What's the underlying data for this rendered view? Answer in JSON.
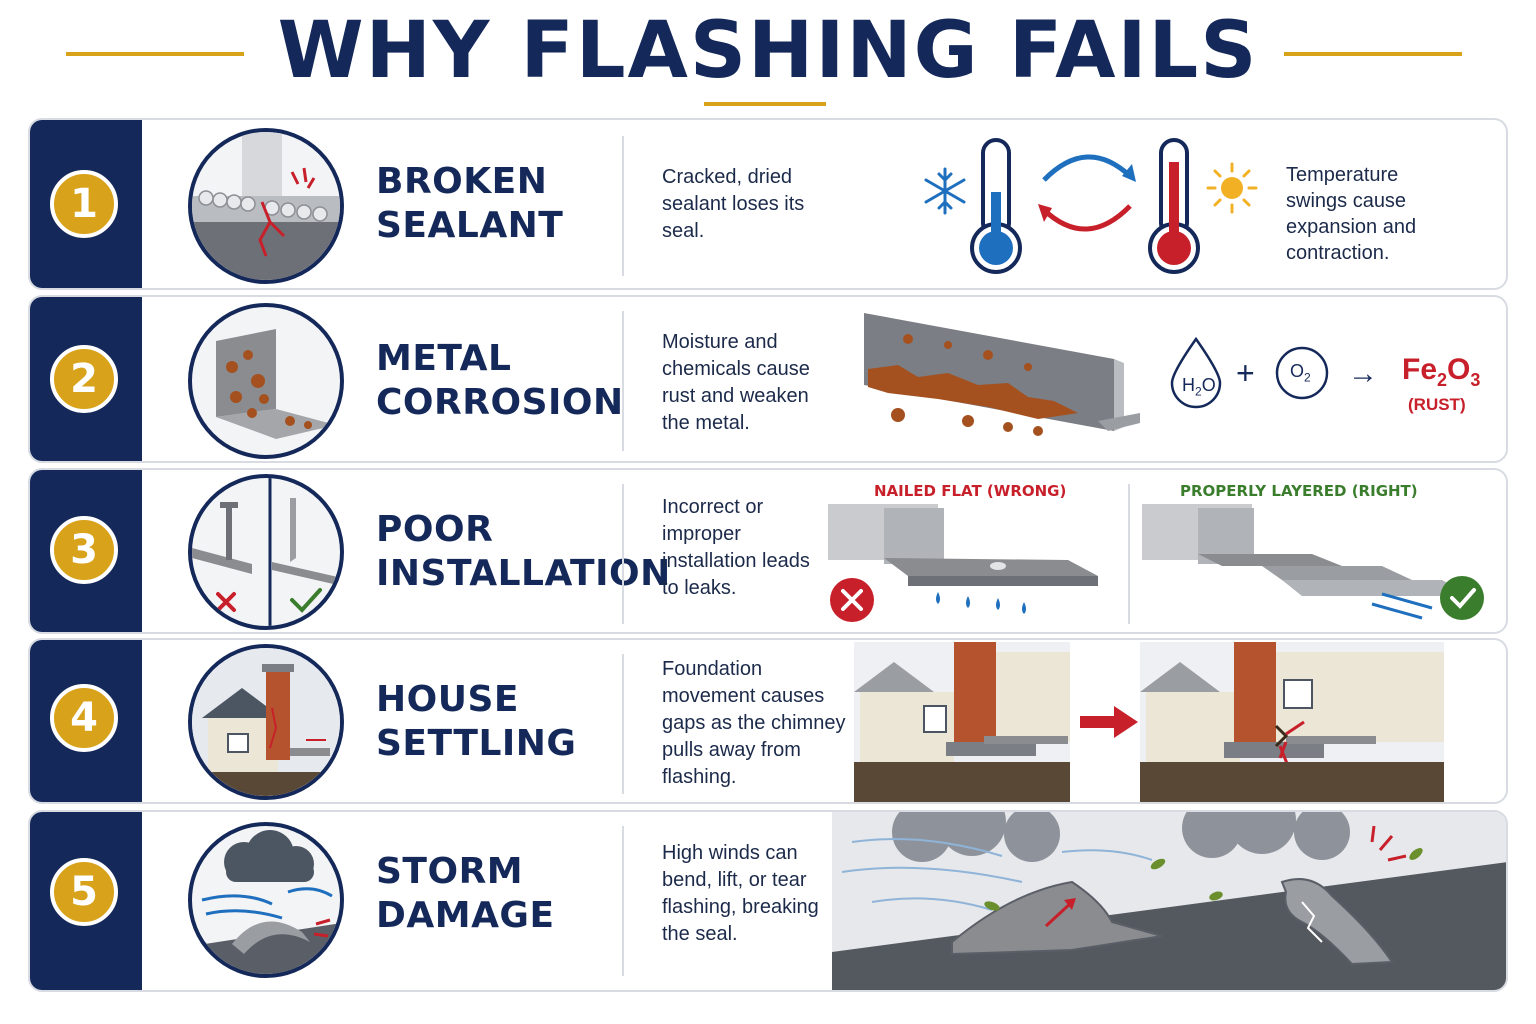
{
  "header": {
    "title": "WHY FLASHING FAILS"
  },
  "colors": {
    "navy": "#14295a",
    "gold": "#d9a21b",
    "red": "#c8202a",
    "green": "#3a7d2c",
    "blue": "#1f6fbf"
  },
  "rows": [
    {
      "number": "1",
      "heading_line1": "BROKEN",
      "heading_line2": "SEALANT",
      "description": "Cracked, dried sealant loses its seal.",
      "note": "Temperature swings cause expansion and contraction.",
      "icons": [
        "cracked-sealant-icon",
        "snowflake-icon",
        "cold-thermometer-icon",
        "cycle-arrows-icon",
        "hot-thermometer-icon",
        "sun-icon"
      ]
    },
    {
      "number": "2",
      "heading_line1": "METAL",
      "heading_line2": "CORROSION",
      "description": "Moisture and chemicals cause rust and weaken the metal.",
      "formula": {
        "water": "H",
        "water_sub": "2",
        "water_tail": "O",
        "plus": "+",
        "oxygen": "O",
        "oxygen_sub": "2",
        "arrow": "→",
        "product_a": "Fe",
        "product_a_sub": "2",
        "product_b": "O",
        "product_b_sub": "3",
        "product_label": "(RUST)"
      },
      "icons": [
        "rusted-flashing-icon",
        "water-drop-icon"
      ]
    },
    {
      "number": "3",
      "heading_line1": "POOR",
      "heading_line2": "INSTALLATION",
      "description": "Incorrect or improper installation leads to leaks.",
      "wrong_label": "NAILED FLAT (WRONG)",
      "right_label": "PROPERLY LAYERED (RIGHT)",
      "icons": [
        "nail-icon",
        "x-mark-icon",
        "check-mark-icon"
      ]
    },
    {
      "number": "4",
      "heading_line1": "HOUSE",
      "heading_line2": "SETTLING",
      "description": "Foundation movement causes gaps as the chimney pulls away from flashing.",
      "icons": [
        "house-chimney-icon",
        "arrow-right-icon"
      ]
    },
    {
      "number": "5",
      "heading_line1": "STORM",
      "heading_line2": "DAMAGE",
      "description": "High winds can bend, lift, or tear flashing, breaking the seal.",
      "icons": [
        "storm-cloud-icon",
        "wind-icon",
        "leaf-icon",
        "bent-flashing-icon"
      ]
    }
  ]
}
